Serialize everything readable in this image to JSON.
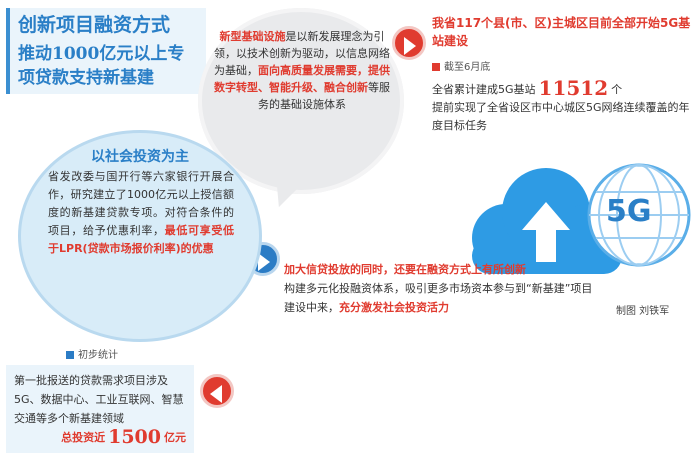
{
  "title": {
    "main": "创新项目融资方式",
    "sub": "推动1000亿元以上专项贷款支持新基建"
  },
  "top_bubble": {
    "p1": "新型基础设施",
    "p2": "是以新发展理念为引领，以技术创新为驱动，以信息网络为基础，",
    "p3": "面向高质量发展需要，提供数字转型、智能升级、融合创新",
    "p4": "等服务的基础设施体系"
  },
  "top_right": {
    "title": "我省117个县(市、区)主城区目前全部开始5G基站建设",
    "sub": "截至6月底",
    "line_a": "全省累计建成5G基站",
    "number": "11512",
    "unit": "个",
    "line_b": "提前实现了全省设区市中心城区5G网络连续覆盖的年度目标任务"
  },
  "left_bubble": {
    "title": "以社会投资为主",
    "text": "省发改委与国开行等六家银行开展合作，研究建立了1000亿元以上授信额度的新基建贷款专项。对符合条件的项目，给予优惠利率，",
    "strong": "最低可享受低于LPR(贷款市场报价利率)的优惠"
  },
  "middle": {
    "hl1": "加大信贷投放的同时，还要在融资方式上有所创新",
    "text": "构建多元化投融资体系，吸引更多市场资本参与到“新基建”项目建设中来，",
    "hl2": "充分激发社会投资活力"
  },
  "graphic": {
    "label_5g": "5G"
  },
  "credit": "制图  刘铁军",
  "bottom_left": {
    "sub": "初步统计",
    "text": "第一批报送的贷款需求项目涉及5G、数据中心、工业互联网、智慧交通等多个新基建领域",
    "total_prefix": "总投资近",
    "total_number": "1500",
    "total_unit": "亿元"
  },
  "colors": {
    "accent_red": "#e03b2f",
    "accent_blue": "#2b7cc5"
  },
  "icons": [
    "arrow-right-icon",
    "arrow-right-icon",
    "arrow-left-icon",
    "cloud-upload-icon",
    "globe-icon"
  ]
}
